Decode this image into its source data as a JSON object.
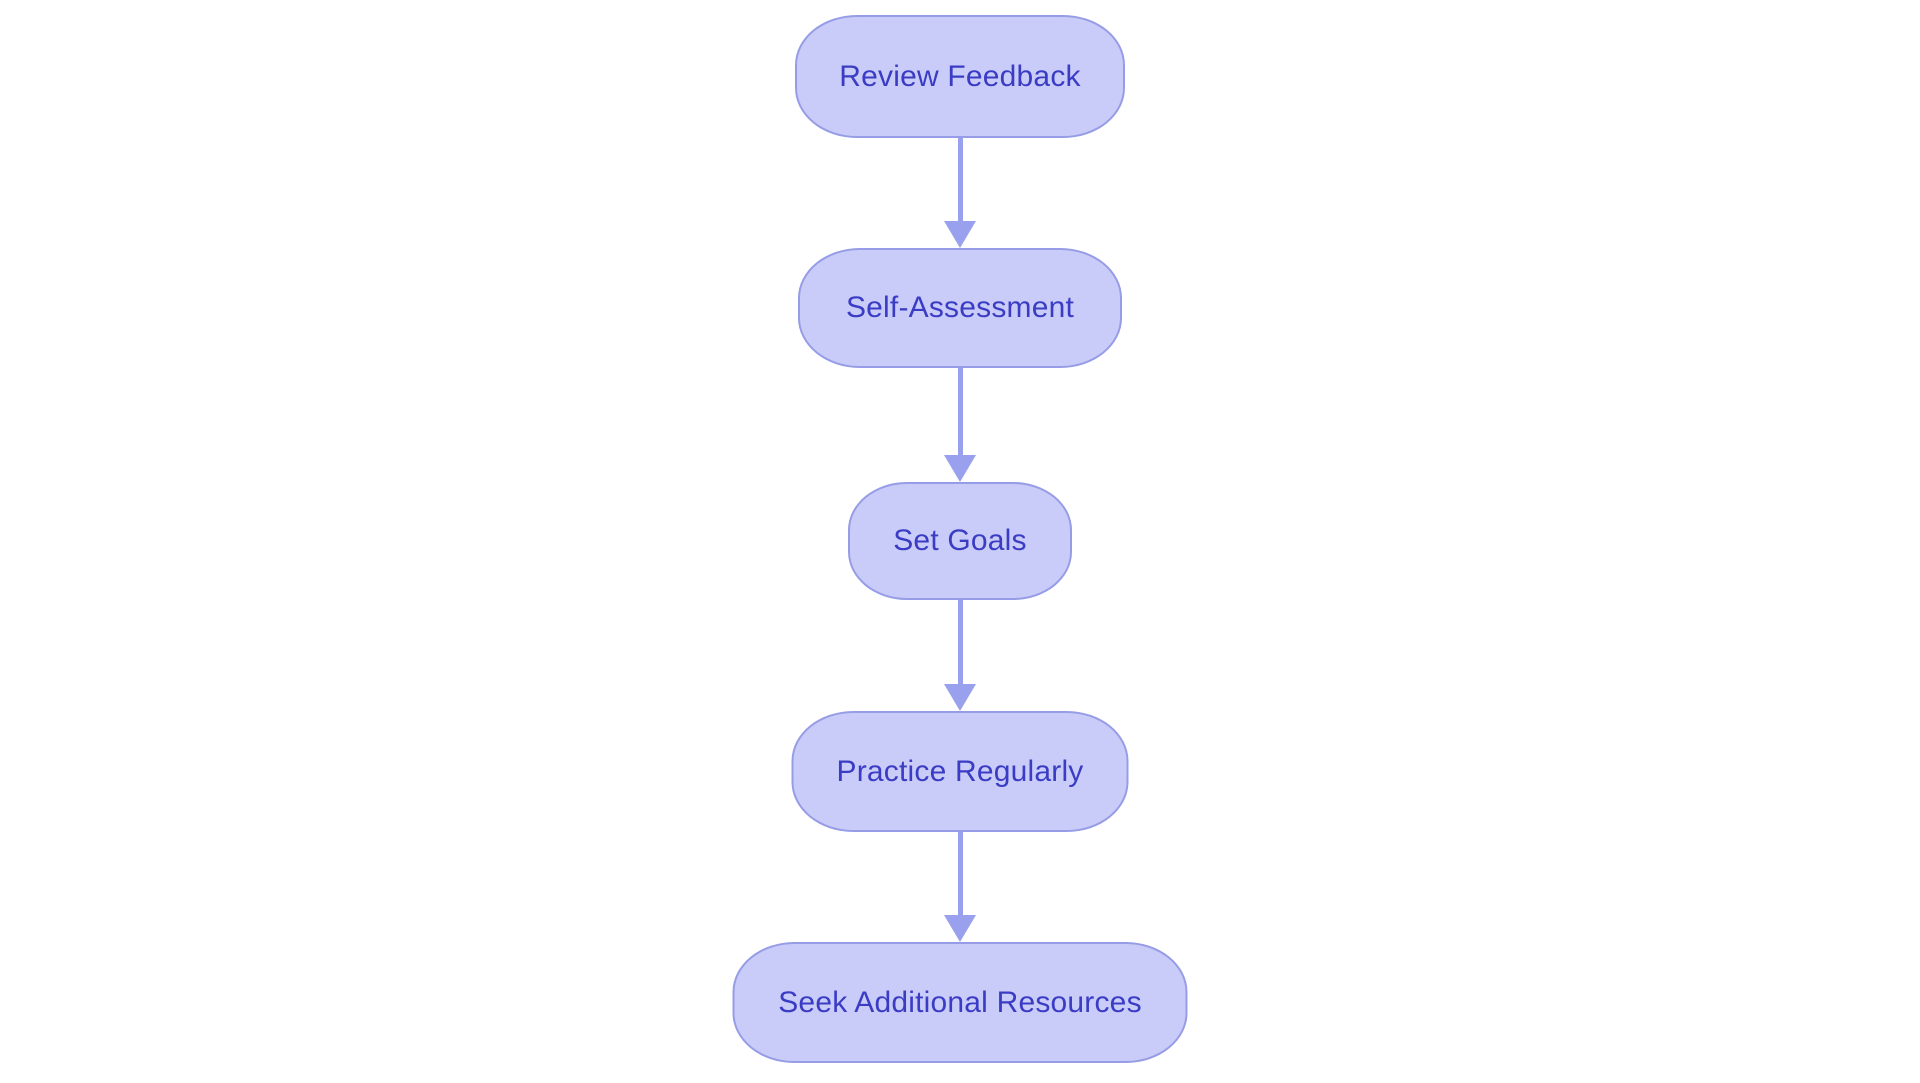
{
  "diagram": {
    "type": "flowchart",
    "direction": "top-down",
    "nodes": [
      {
        "id": "review-feedback",
        "label": "Review Feedback"
      },
      {
        "id": "self-assessment",
        "label": "Self-Assessment"
      },
      {
        "id": "set-goals",
        "label": "Set Goals"
      },
      {
        "id": "practice-regularly",
        "label": "Practice Regularly"
      },
      {
        "id": "seek-additional-resources",
        "label": "Seek Additional Resources"
      }
    ],
    "edges": [
      {
        "from": "review-feedback",
        "to": "self-assessment"
      },
      {
        "from": "self-assessment",
        "to": "set-goals"
      },
      {
        "from": "set-goals",
        "to": "practice-regularly"
      },
      {
        "from": "practice-regularly",
        "to": "seek-additional-resources"
      }
    ],
    "colors": {
      "background": "#ffffff",
      "node_fill": "#c9ccf8",
      "node_border": "#969de6",
      "node_text": "#3b3cc4",
      "arrow": "#99a1ee"
    }
  }
}
